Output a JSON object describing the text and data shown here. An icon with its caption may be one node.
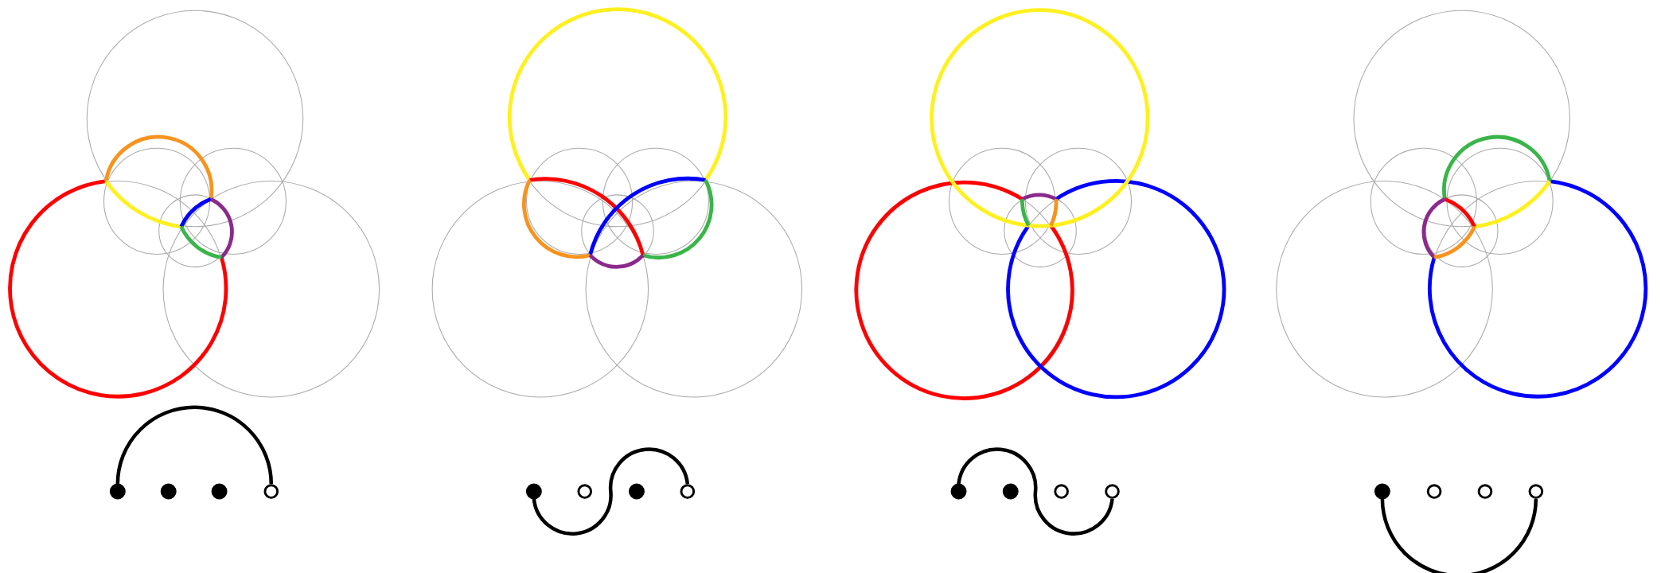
{
  "diagram": {
    "nodes": [
      {
        "text": [],
        "shape": "circle"
      },
      {
        "text": [],
        "shape": "circle"
      },
      {
        "text": [],
        "shape": "circle"
      },
      {
        "text": [],
        "shape": "circle"
      },
      {
        "text": [],
        "shape": "circle"
      },
      {
        "text": [],
        "shape": "circle"
      },
      {
        "text": [],
        "shape": "circle"
      },
      {
        "text": [],
        "shape": "circle"
      },
      {
        "text": [],
        "shape": "circle"
      },
      {
        "text": [],
        "shape": "circle"
      },
      {
        "text": [],
        "shape": "circle"
      },
      {
        "text": [],
        "shape": "circle"
      },
      {
        "text": [],
        "shape": "circle"
      },
      {
        "text": [],
        "shape": "circle"
      },
      {
        "text": [],
        "shape": "circle"
      },
      {
        "text": [],
        "shape": "circle"
      }
    ],
    "edges": [
      {
        "from": 0,
        "to": 3,
        "arrow": "none"
      },
      {
        "from": 4,
        "to": 7,
        "arrow": "none"
      },
      {
        "from": 8,
        "to": 11,
        "arrow": "none"
      },
      {
        "from": 12,
        "to": 15,
        "arrow": "none"
      }
    ]
  }
}
